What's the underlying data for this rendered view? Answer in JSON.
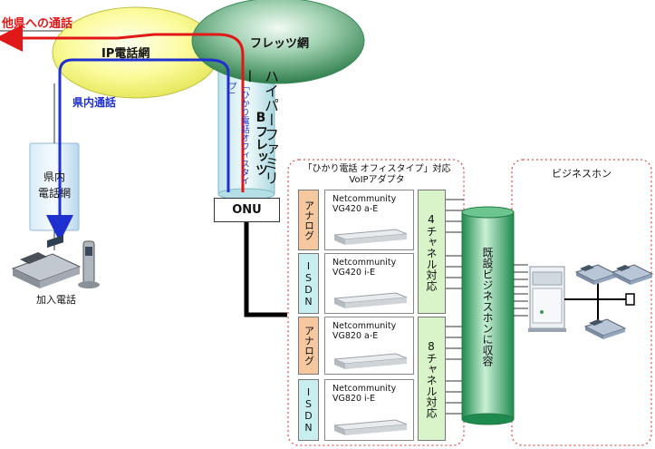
{
  "labels": {
    "outbound": "他県への通話",
    "ip_network": "IP電話網",
    "flets_network": "フレッツ網",
    "prefecture_call": "県内通話",
    "prefecture_network": "県内\n電話網",
    "subscriber_phone": "加入電話",
    "bflets_line1": "Bフレッツ",
    "bflets_line2": "ハイパーファミリー",
    "hikari_small": "「ひかり電話オフィスタイプ」",
    "onu": "ONU"
  },
  "adapter_group": {
    "title_line1": "「ひかり電話 オフィスタイプ」対応",
    "title_line2": "VoIPアダプタ",
    "devices": [
      {
        "type": "アナログ",
        "name_line1": "Netcommunity",
        "name_line2": "VG420 a-E",
        "type_color": "#f6c8a0"
      },
      {
        "type": "ISDN",
        "name_line1": "Netcommunity",
        "name_line2": "VG420 i-E",
        "type_color": "#c8eef0"
      },
      {
        "type": "アナログ",
        "name_line1": "Netcommunity",
        "name_line2": "VG820 a-E",
        "type_color": "#f6c8a0"
      },
      {
        "type": "ISDN",
        "name_line1": "Netcommunity",
        "name_line2": "VG820 i-E",
        "type_color": "#c8eef0"
      }
    ],
    "channel_4": "4チャネル対応",
    "channel_8": "8チャネル対応",
    "pbx_bar": "既設ビジネスホンに収容"
  },
  "business_phone_group": {
    "title": "ビジネスホン"
  },
  "colors": {
    "ip_ellipse": "#fbfb9c",
    "flets_ellipse": "#3a8a58",
    "red_line": "#e01818",
    "blue_line": "#2030d0",
    "adapter_bg": "#ffffff",
    "dotted_border": "#e05050",
    "channel_green": "#d8f4c8",
    "pbx_green": "#2aa060"
  }
}
